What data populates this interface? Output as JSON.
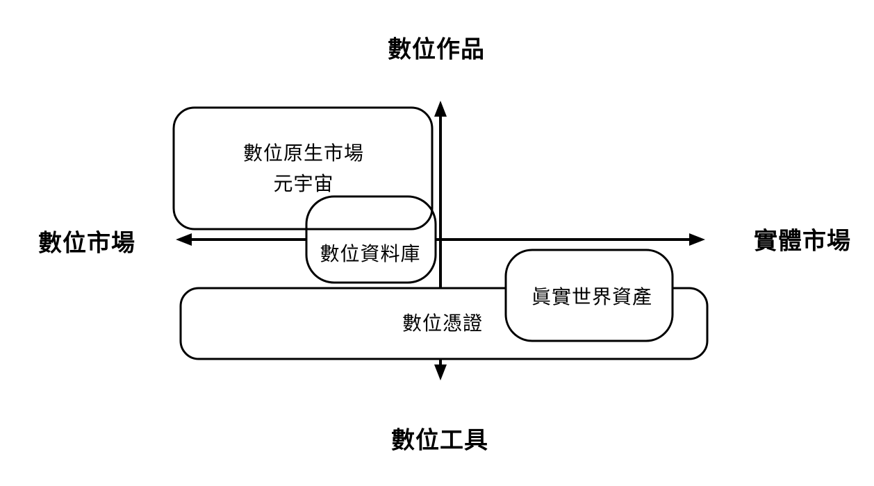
{
  "diagram": {
    "background_color": "#ffffff",
    "line_color": "#000000",
    "text_color": "#000000",
    "axes": {
      "top_label": "數位作品",
      "bottom_label": "數位工具",
      "left_label": "數位市場",
      "right_label": "實體市場"
    },
    "boxes": {
      "digital_native_market": {
        "lines": [
          "數位原生市場",
          "元宇宙"
        ]
      },
      "digital_database": {
        "label": "數位資料庫"
      },
      "digital_certificate": {
        "label": "數位憑證"
      },
      "real_world_assets": {
        "label": "眞實世界資產"
      }
    }
  }
}
